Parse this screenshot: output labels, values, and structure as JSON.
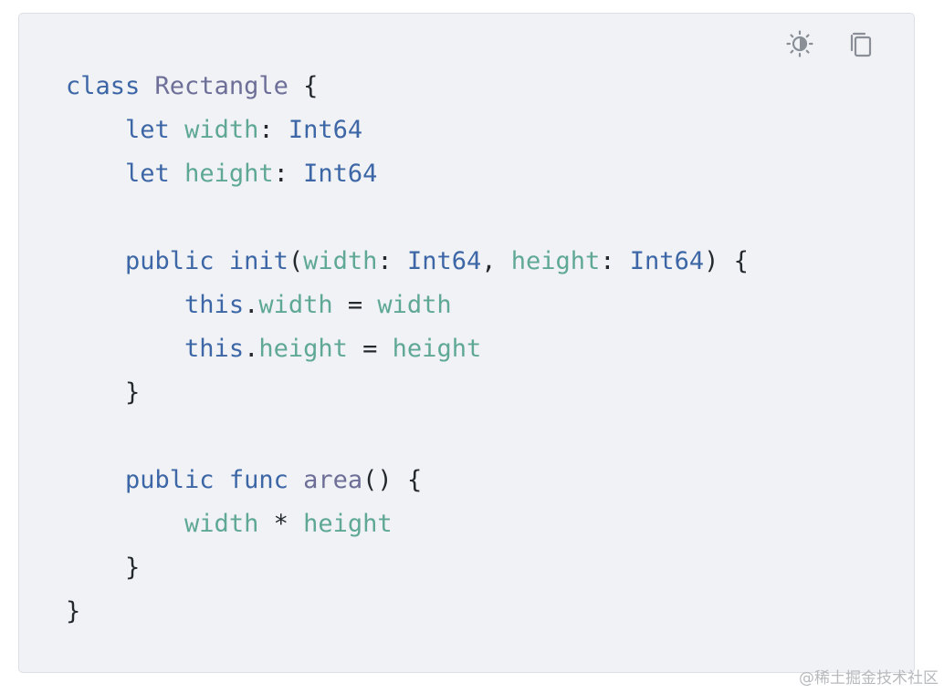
{
  "code_block": {
    "language": "cangjie",
    "lines": [
      [
        {
          "t": "class",
          "c": "kw"
        },
        {
          "t": " ",
          "c": "punc"
        },
        {
          "t": "Rectangle",
          "c": "cls"
        },
        {
          "t": " {",
          "c": "punc"
        }
      ],
      [
        {
          "t": "    ",
          "c": "punc"
        },
        {
          "t": "let",
          "c": "kw"
        },
        {
          "t": " ",
          "c": "punc"
        },
        {
          "t": "width",
          "c": "var"
        },
        {
          "t": ": ",
          "c": "punc"
        },
        {
          "t": "Int64",
          "c": "type"
        }
      ],
      [
        {
          "t": "    ",
          "c": "punc"
        },
        {
          "t": "let",
          "c": "kw"
        },
        {
          "t": " ",
          "c": "punc"
        },
        {
          "t": "height",
          "c": "var"
        },
        {
          "t": ": ",
          "c": "punc"
        },
        {
          "t": "Int64",
          "c": "type"
        }
      ],
      [],
      [
        {
          "t": "    ",
          "c": "punc"
        },
        {
          "t": "public",
          "c": "kw"
        },
        {
          "t": " ",
          "c": "punc"
        },
        {
          "t": "init",
          "c": "fn"
        },
        {
          "t": "(",
          "c": "punc"
        },
        {
          "t": "width",
          "c": "var"
        },
        {
          "t": ": ",
          "c": "punc"
        },
        {
          "t": "Int64",
          "c": "type"
        },
        {
          "t": ", ",
          "c": "punc"
        },
        {
          "t": "height",
          "c": "var"
        },
        {
          "t": ": ",
          "c": "punc"
        },
        {
          "t": "Int64",
          "c": "type"
        },
        {
          "t": ") {",
          "c": "punc"
        }
      ],
      [
        {
          "t": "        ",
          "c": "punc"
        },
        {
          "t": "this",
          "c": "kw"
        },
        {
          "t": ".",
          "c": "punc"
        },
        {
          "t": "width",
          "c": "var"
        },
        {
          "t": " = ",
          "c": "punc"
        },
        {
          "t": "width",
          "c": "var"
        }
      ],
      [
        {
          "t": "        ",
          "c": "punc"
        },
        {
          "t": "this",
          "c": "kw"
        },
        {
          "t": ".",
          "c": "punc"
        },
        {
          "t": "height",
          "c": "var"
        },
        {
          "t": " = ",
          "c": "punc"
        },
        {
          "t": "height",
          "c": "var"
        }
      ],
      [
        {
          "t": "    }",
          "c": "punc"
        }
      ],
      [],
      [
        {
          "t": "    ",
          "c": "punc"
        },
        {
          "t": "public",
          "c": "kw"
        },
        {
          "t": " ",
          "c": "punc"
        },
        {
          "t": "func",
          "c": "kw"
        },
        {
          "t": " ",
          "c": "punc"
        },
        {
          "t": "area",
          "c": "fnname"
        },
        {
          "t": "() {",
          "c": "punc"
        }
      ],
      [
        {
          "t": "        ",
          "c": "punc"
        },
        {
          "t": "width",
          "c": "var"
        },
        {
          "t": " * ",
          "c": "punc"
        },
        {
          "t": "height",
          "c": "var"
        }
      ],
      [
        {
          "t": "    }",
          "c": "punc"
        }
      ],
      [
        {
          "t": "}",
          "c": "punc"
        }
      ]
    ]
  },
  "toolbar": {
    "theme_icon": "contrast-sun-icon",
    "copy_icon": "copy-icon"
  },
  "watermark": "@稀土掘金技术社区",
  "colors": {
    "background": "#f0f2f5",
    "keyword": "#3c66a6",
    "variable": "#5fa896",
    "class_name": "#6e6f98",
    "text": "#24292e"
  }
}
